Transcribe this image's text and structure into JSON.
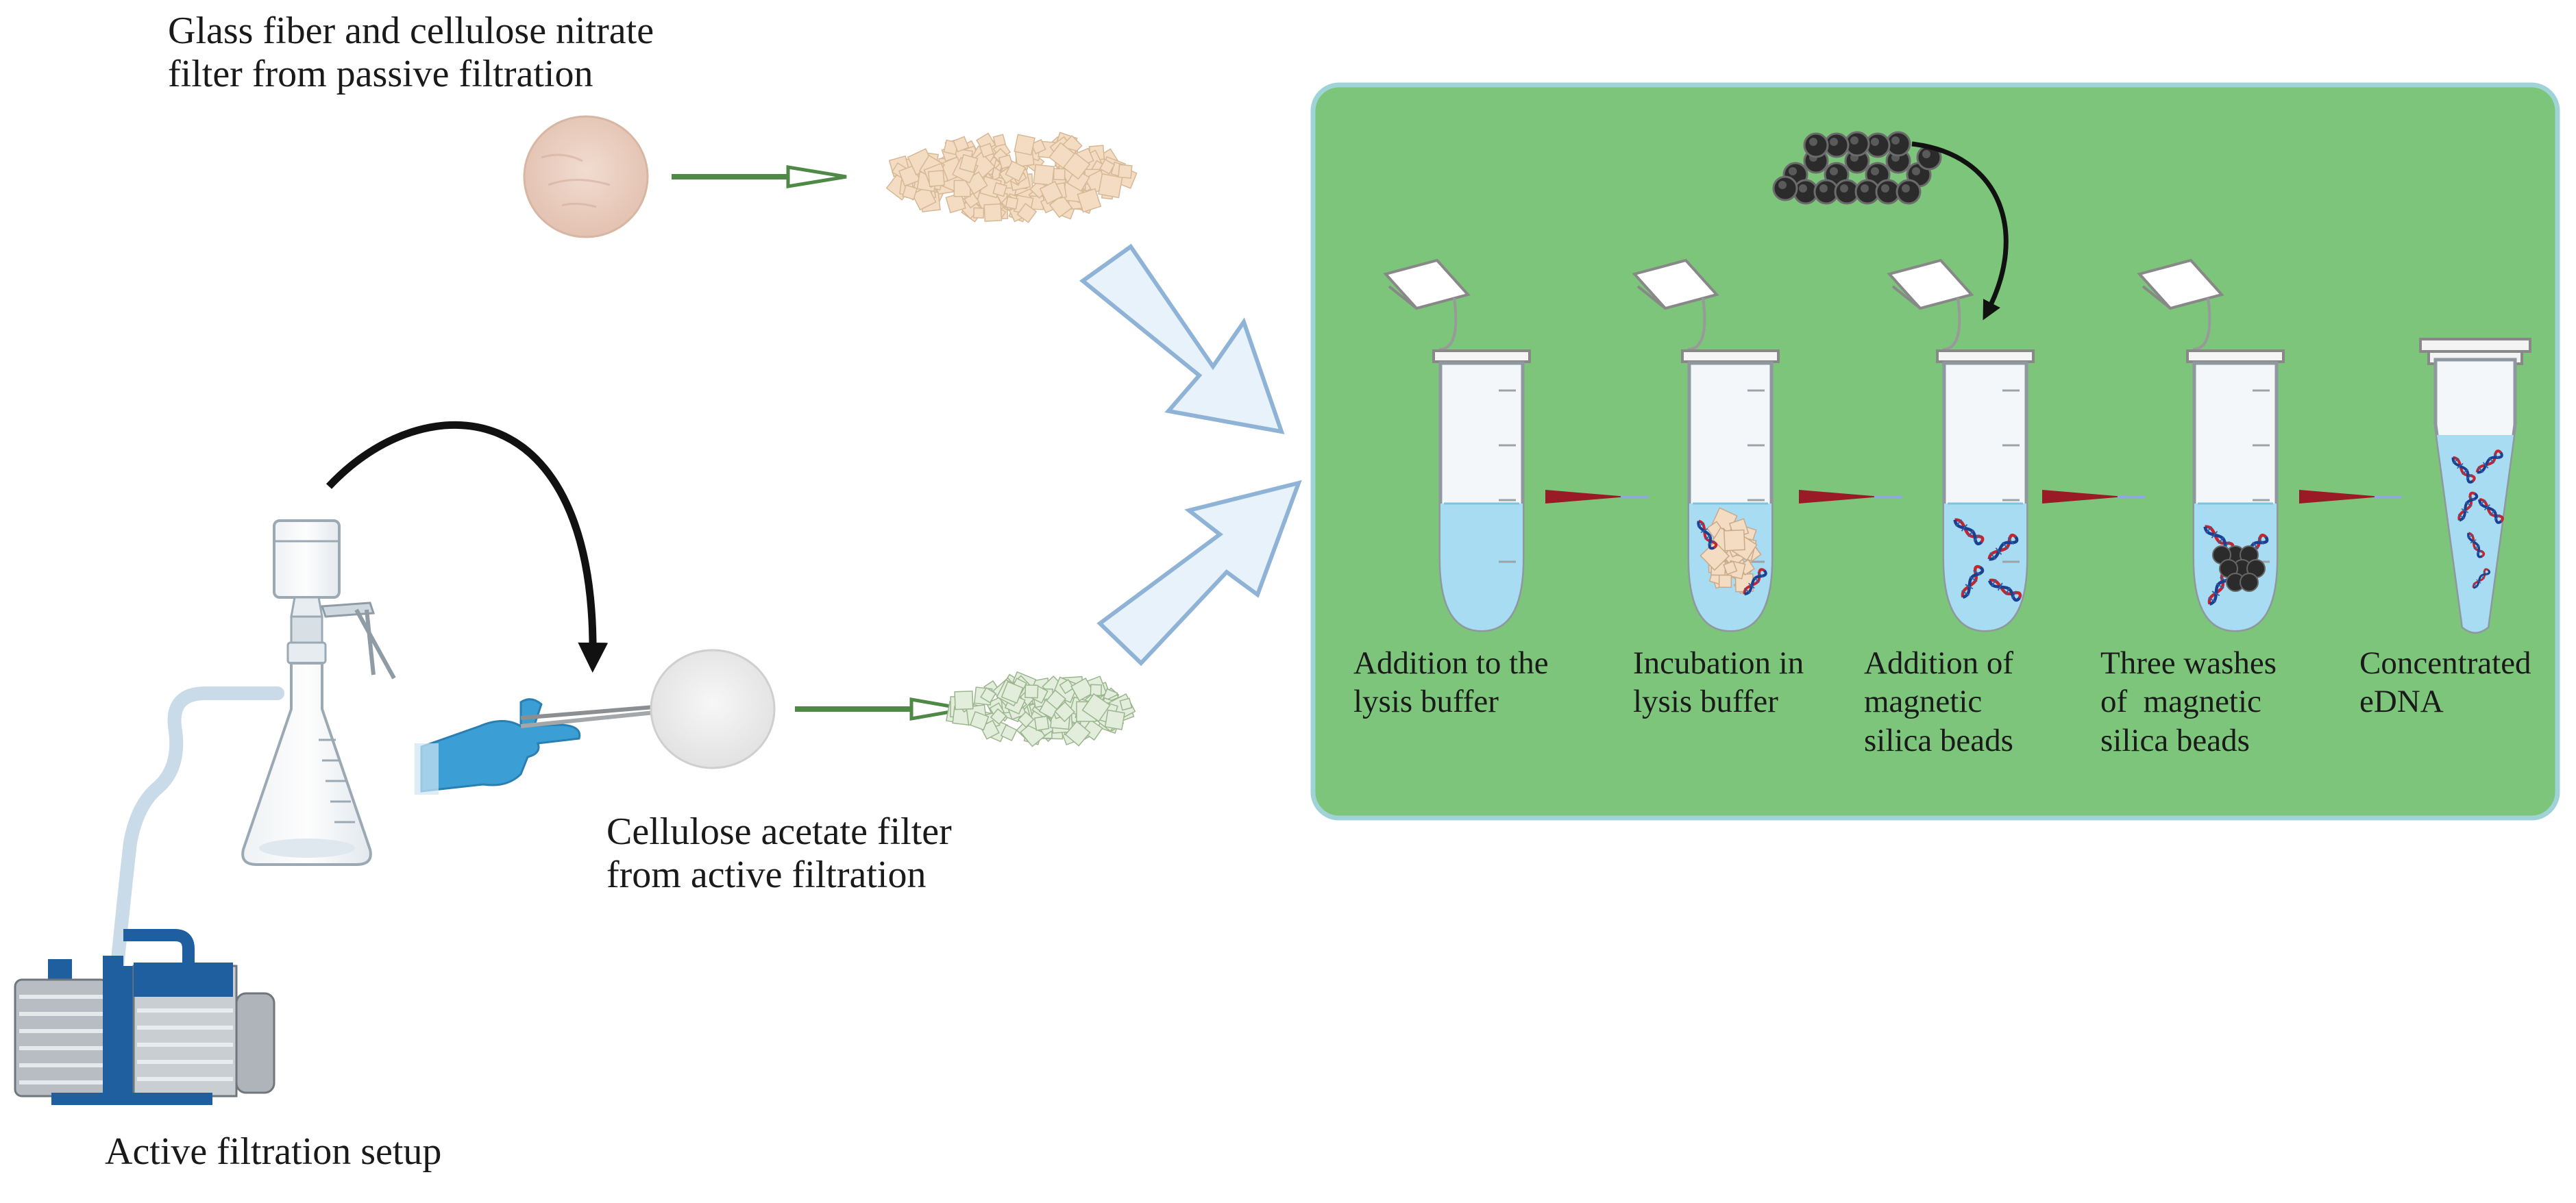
{
  "labels": {
    "passive_filter": "Glass fiber and cellulose nitrate\nfilter from passive filtration",
    "active_filter": "Cellulose acetate filter\nfrom active filtration",
    "active_setup": "Active filtration setup"
  },
  "steps": [
    {
      "label": "Addition to the\nlysis buffer"
    },
    {
      "label": "Incubation in\nlysis buffer"
    },
    {
      "label": "Addition of\nmagnetic\nsilica beads"
    },
    {
      "label": "Three washes\nof  magnetic\nsilica beads"
    },
    {
      "label": "Concentrated\neDNA"
    }
  ],
  "colors": {
    "panel_fill": "#7dc57a",
    "panel_border": "#9fd3d8",
    "green_arrow": "#4e8a46",
    "big_arrow_fill": "#e8f2fb",
    "big_arrow_stroke": "#8fb3d6",
    "liquid": "#a7dcf2",
    "red_pointer": "#9a1b25",
    "glove": "#3b9fd6",
    "pump_blue": "#1f5fa0",
    "bead": "#2b2b2b"
  },
  "icons": [
    "filter-disc-icon",
    "filter-fragments-icon",
    "filtration-flask-icon",
    "vacuum-pump-icon",
    "gloved-hand-tweezers-icon",
    "microtube-icon",
    "magnetic-beads-icon",
    "dna-icon"
  ]
}
